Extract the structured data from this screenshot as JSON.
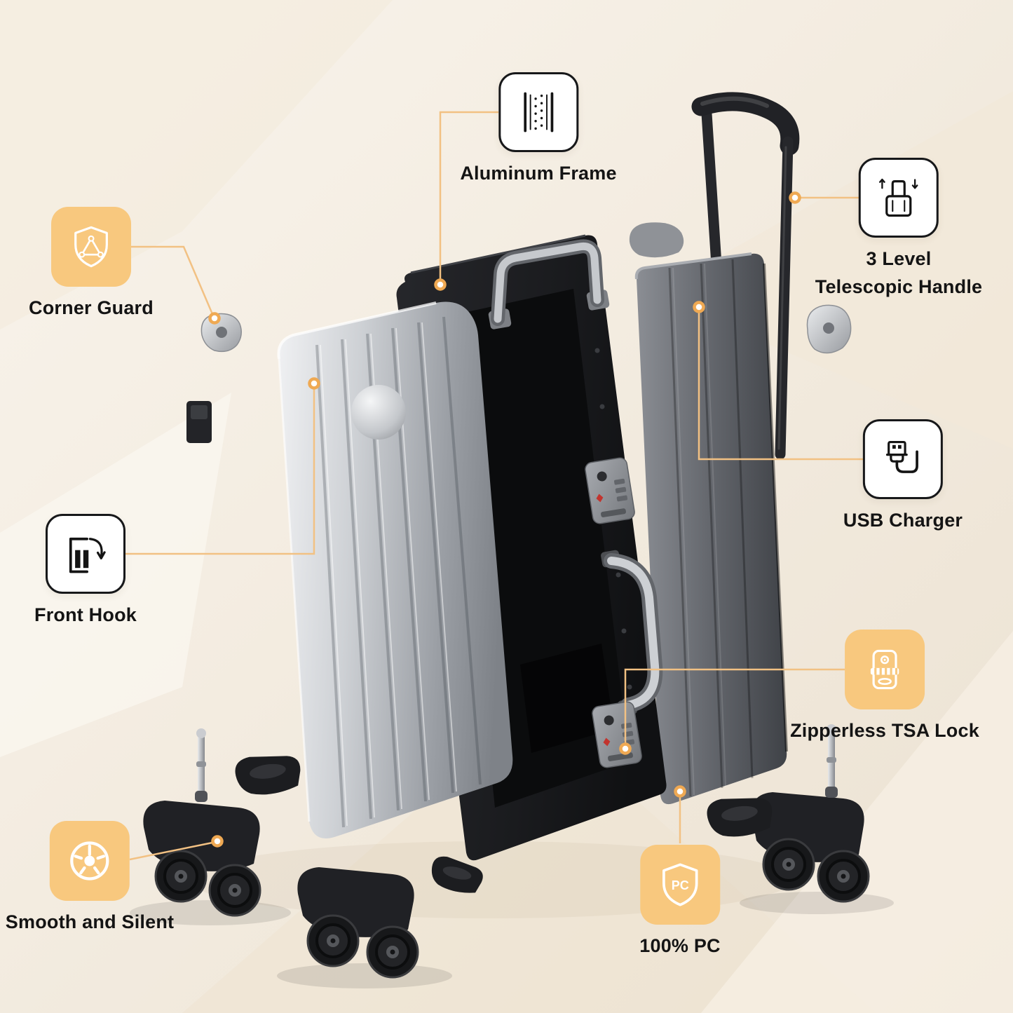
{
  "colors": {
    "accent_orange": "#F8C87E",
    "connector_line": "#F2C183",
    "label_text": "#141414",
    "background": "#F6EFE5"
  },
  "callouts": {
    "aluminum_frame": {
      "label": "Aluminum Frame",
      "icon": "aluminum-frame-icon",
      "style": "outline"
    },
    "telescopic_handle": {
      "label_line1": "3 Level",
      "label_line2": "Telescopic Handle",
      "icon": "telescopic-handle-icon",
      "style": "outline"
    },
    "corner_guard": {
      "label": "Corner Guard",
      "icon": "corner-guard-shield-icon",
      "style": "filled"
    },
    "usb_charger": {
      "label": "USB Charger",
      "icon": "usb-plug-icon",
      "style": "outline"
    },
    "front_hook": {
      "label": "Front Hook",
      "icon": "front-hook-icon",
      "style": "outline"
    },
    "tsa_lock": {
      "label": "Zipperless TSA Lock",
      "icon": "tsa-lock-icon",
      "style": "filled"
    },
    "wheels": {
      "label": "Smooth and Silent",
      "icon": "spinner-wheel-icon",
      "style": "filled"
    },
    "pc_material": {
      "label": "100% PC",
      "icon": "pc-shield-icon",
      "badge_text": "PC",
      "style": "filled"
    }
  }
}
